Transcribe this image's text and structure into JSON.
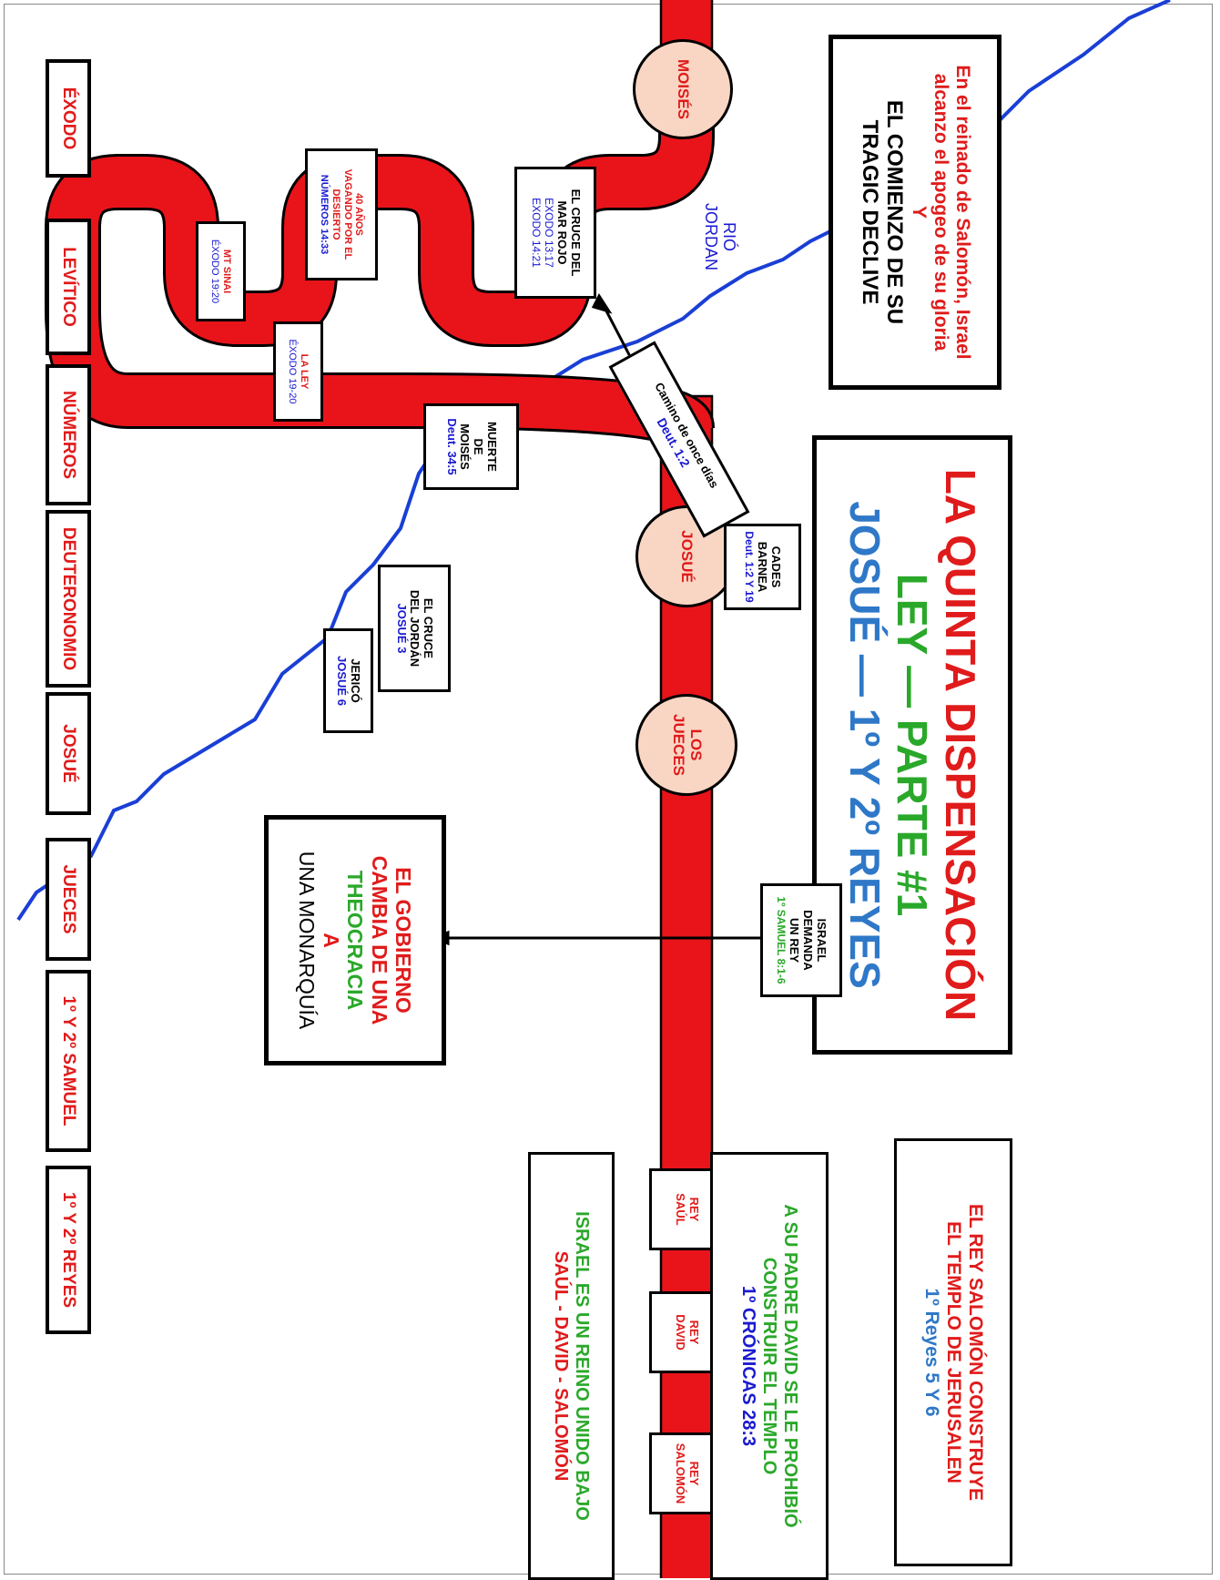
{
  "title": {
    "line1": "LA QUINTA DISPENSACIÓN",
    "line2": "LEY — PARTE #1",
    "line3": "JOSUÉ — 1º Y 2º REYES"
  },
  "colors": {
    "red": "#e01b1b",
    "green": "#2aa82a",
    "blue": "#1a1ad0",
    "sky": "#2f78c8",
    "circle_fill": "#f9d6c4",
    "river": "#1a3fd6"
  },
  "salomon_box": {
    "line1": "En el reinado de Salomón, Israel",
    "line2": "alcanzo el apogeo de su gloria",
    "line3": "Y",
    "line4": "EL COMIENZO DE SU",
    "line5": "TRAGIC DECLIVE"
  },
  "river_label": {
    "line1": "RIÓ",
    "line2": "JORDAN"
  },
  "persons": {
    "moises": "MOISÉS",
    "josue": "JOSUÉ",
    "jueces_1": "LOS",
    "jueces_2": "JUECES"
  },
  "events": {
    "mar_rojo": {
      "line1": "EL CRUCE DEL",
      "line2": "MAR ROJO",
      "ref1": "EXODO 13:17",
      "ref2": "EXODO 14:21"
    },
    "desierto": {
      "line1": "40 AÑOS",
      "line2": "VAGANDO POR EL",
      "line3": "DESIERTO",
      "ref": "NÚMEROS 14:33"
    },
    "sinai": {
      "line1": "MT SINAI",
      "ref": "ÉXODO 19:20"
    },
    "ley": {
      "line1": "LA LEY",
      "ref": "ÉXODO 19-20"
    },
    "muerte": {
      "line1": "MUERTE",
      "line2": "DE",
      "line3": "MOISÉS",
      "ref": "Deut. 34:5"
    },
    "camino": {
      "line1": "Camino de once días",
      "ref": "Deut. 1:2"
    },
    "cades": {
      "line1": "CADES",
      "line2": "BARNEA",
      "ref": "Deut. 1:2 Y 19"
    },
    "jordan": {
      "line1": "EL CRUCE",
      "line2": "DEL JORDÁN",
      "ref": "JOSUÉ 3"
    },
    "jerico": {
      "line1": "JERICÓ",
      "ref": "JOSUÉ 6"
    },
    "demanda": {
      "line1": "ISRAEL",
      "line2": "DEMANDA",
      "line3": "UN REY",
      "ref": "1º SAMUEL 8:1-6"
    }
  },
  "gobierno": {
    "line1": "EL GOBIERNO",
    "line2": "CAMBIA DE UNA",
    "line3": "THEOCRACIA",
    "line4": "A",
    "line5": "UNA MONARQUÍA"
  },
  "kings": [
    {
      "line1": "REY",
      "line2": "SAÚL"
    },
    {
      "line1": "REY",
      "line2": "DAVID"
    },
    {
      "line1": "REY",
      "line2": "SALOMÓN"
    }
  ],
  "reino_unido": {
    "line1": "ISRAEL ES UN REINO UNIDO BAJO",
    "line2": "SAÚL  -  DAVID  -  SALOMÓN"
  },
  "templo_prohibido": {
    "line1": "A SU PADRE DAVID SE LE PROHIBIÓ",
    "line2": "CONSTRUIR EL TEMPLO",
    "ref": "1º CRÓNICAS 28:3"
  },
  "templo_construye": {
    "line1": "EL REY SALOMÓN CONSTRUYE",
    "line2": "EL TEMPLO DE JERUSALEN",
    "ref": "1º Reyes 5 Y 6"
  },
  "books": [
    "ÉXODO",
    "LEVÍTICO",
    "NÚMEROS",
    "DEUTERONOMIO",
    "JOSUÉ",
    "JUECES",
    "1º Y 2º SAMUEL",
    "1º Y 2º REYES"
  ]
}
